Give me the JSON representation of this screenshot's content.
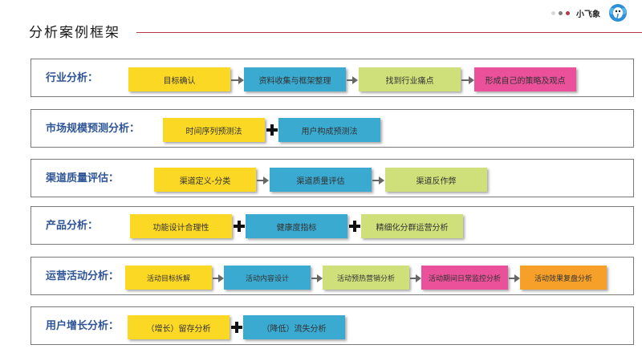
{
  "header": {
    "title": "分析案例框架",
    "brand_name": "小飞象",
    "accent_color": "#b23a48",
    "dot_colors": [
      "#d9d9d9",
      "#7f7f7f",
      "#b23a48"
    ],
    "logo_icon": "elephant-logo-icon"
  },
  "rows": [
    {
      "label": "行业分析：",
      "steps": [
        "目标确认",
        "资料收集与框架整理",
        "找到行业痛点",
        "形成自己的策略及观点"
      ],
      "connectors": [
        "arrow",
        "arrow",
        "arrow"
      ]
    },
    {
      "label": "市场规模预测分析：",
      "steps": [
        "时间序列预测法",
        "用户构成预测法"
      ],
      "connectors": [
        "plus"
      ]
    },
    {
      "label": "渠道质量评估：",
      "steps": [
        "渠道定义-分类",
        "渠道质量评估",
        "渠道反作弊"
      ],
      "connectors": [
        "arrow",
        "arrow"
      ]
    },
    {
      "label": "产品分析：",
      "steps": [
        "功能设计合理性",
        "健康度指标",
        "精细化分群运营分析"
      ],
      "connectors": [
        "plus",
        "plus"
      ]
    },
    {
      "label": "运营活动分析：",
      "steps": [
        "活动目标拆解",
        "活动内容设计",
        "活动预热营销分析",
        "活动期间日常监控分析",
        "活动效果复盘分析"
      ],
      "connectors": [
        "arrow",
        "arrow",
        "arrow",
        "arrow"
      ]
    },
    {
      "label": "用户增长分析：",
      "steps": [
        "（增长）留存分析",
        "（降低）流失分析"
      ],
      "connectors": [
        "plus"
      ]
    }
  ],
  "colors": {
    "yellow": "#fbd824",
    "blue": "#3aaad0",
    "green": "#cfe07a",
    "pink": "#ea519a",
    "orange": "#f6a02a",
    "label": "#2f5597"
  }
}
